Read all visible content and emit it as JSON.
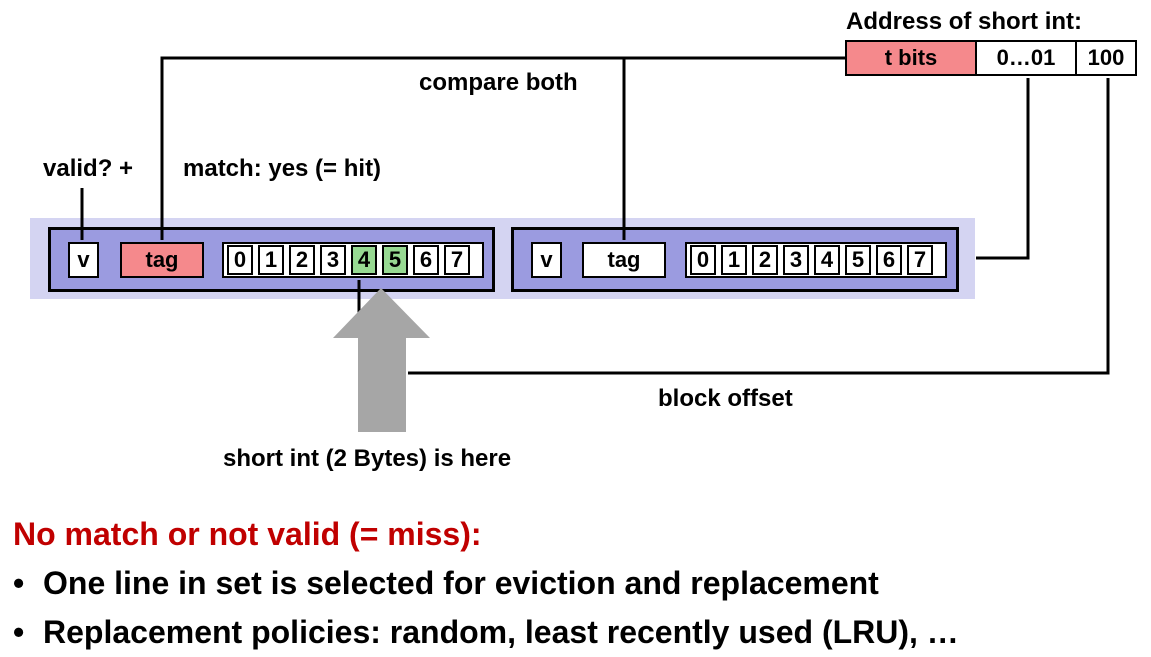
{
  "labels": {
    "address_title": "Address of short int:",
    "compare_both": "compare both",
    "valid_q": "valid?  +",
    "match": "match: yes (= hit)",
    "block_offset": "block offset",
    "short_int_here": "short int (2 Bytes) is here"
  },
  "address": {
    "tag": "t bits",
    "set_index": "0…01",
    "offset": "100"
  },
  "lines": [
    {
      "valid": "v",
      "tag": "tag",
      "bytes": [
        "0",
        "1",
        "2",
        "3",
        "4",
        "5",
        "6",
        "7"
      ],
      "tag_matched": true,
      "highlighted_bytes": [
        4,
        5
      ]
    },
    {
      "valid": "v",
      "tag": "tag",
      "bytes": [
        "0",
        "1",
        "2",
        "3",
        "4",
        "5",
        "6",
        "7"
      ],
      "tag_matched": false,
      "highlighted_bytes": []
    }
  ],
  "miss": {
    "heading": "No match or not valid (= miss):",
    "bullets": [
      "One line in set is selected for eviction and replacement",
      "Replacement policies: random, least recently used (LRU), …"
    ]
  },
  "colors": {
    "tag_highlight": "#f5898c",
    "byte_highlight": "#97d992",
    "line_fill": "#9b9be0",
    "set_band": "#d4d4f2",
    "heading_red": "#c00000",
    "arrow_gray": "#a6a6a6"
  }
}
